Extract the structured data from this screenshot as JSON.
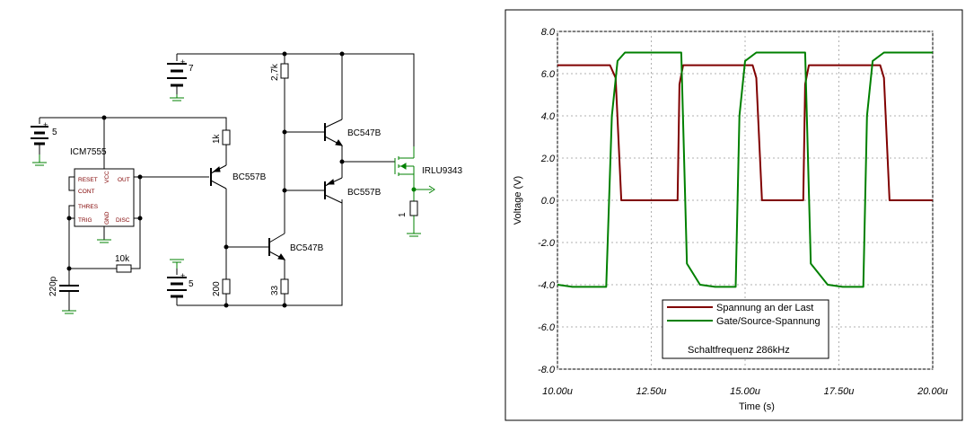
{
  "schematic": {
    "supply_7": "7",
    "supply_5_top": "5",
    "supply_5_bottom": "5",
    "ic_name": "ICM7555",
    "ic_pins": {
      "reset": "RESET",
      "vcc": "VCC",
      "out": "OUT",
      "cont": "CONT",
      "thres": "THRES",
      "trig": "TRIG",
      "gnd": "GND",
      "disc": "DISC"
    },
    "r_1k": "1k",
    "r_2k7": "2,7k",
    "r_10k": "10k",
    "r_200": "200",
    "r_33": "33",
    "r_load": "1",
    "c_220p": "220p",
    "q_bc557b_1": "BC557B",
    "q_bc547b_top": "BC547B",
    "q_bc557b_2": "BC557B",
    "q_bc547b_low": "BC547B",
    "mosfet": "IRLU9343"
  },
  "chart_data": {
    "type": "line",
    "xlabel": "Time (s)",
    "ylabel": "Voltage (V)",
    "xlim": [
      10.0,
      20.0
    ],
    "ylim": [
      -8.0,
      8.0
    ],
    "x_ticks": [
      10.0,
      12.5,
      15.0,
      17.5,
      20.0
    ],
    "x_tick_labels": [
      "10.00u",
      "12.50u",
      "15.00u",
      "17.50u",
      "20.00u"
    ],
    "y_ticks": [
      8.0,
      6.0,
      4.0,
      2.0,
      0.0,
      -2.0,
      -4.0,
      -6.0,
      -8.0
    ],
    "y_tick_labels": [
      "8.0",
      "6.0",
      "4.0",
      "2.0",
      "0.0",
      "-2.0",
      "-4.0",
      "-6.0",
      "-8.0"
    ],
    "grid": true,
    "legend_position": "bottom-center",
    "annotation": "Schaltfrequenz 286kHz",
    "series": [
      {
        "name": "Spannung an der Last",
        "color": "#800000",
        "x": [
          10.0,
          11.4,
          11.55,
          11.7,
          13.2,
          13.25,
          13.35,
          15.2,
          15.3,
          15.45,
          16.55,
          16.6,
          16.7,
          18.6,
          18.7,
          18.85,
          20.0
        ],
        "y": [
          6.4,
          6.4,
          5.8,
          0.0,
          0.0,
          5.5,
          6.4,
          6.4,
          5.8,
          0.0,
          0.0,
          5.5,
          6.4,
          6.4,
          5.8,
          0.0,
          0.0
        ]
      },
      {
        "name": "Gate/Source-Spannung",
        "color": "#008000",
        "x": [
          10.0,
          10.4,
          11.3,
          11.45,
          11.6,
          11.8,
          13.3,
          13.45,
          13.8,
          14.2,
          14.75,
          14.85,
          15.0,
          15.3,
          16.6,
          16.75,
          17.2,
          17.6,
          18.15,
          18.25,
          18.4,
          18.7,
          20.0
        ],
        "y": [
          -4.0,
          -4.1,
          -4.1,
          4.0,
          6.6,
          7.0,
          7.0,
          -3.0,
          -4.0,
          -4.1,
          -4.1,
          4.0,
          6.6,
          7.0,
          7.0,
          -3.0,
          -4.0,
          -4.1,
          -4.1,
          4.0,
          6.6,
          7.0,
          7.0
        ]
      }
    ]
  }
}
